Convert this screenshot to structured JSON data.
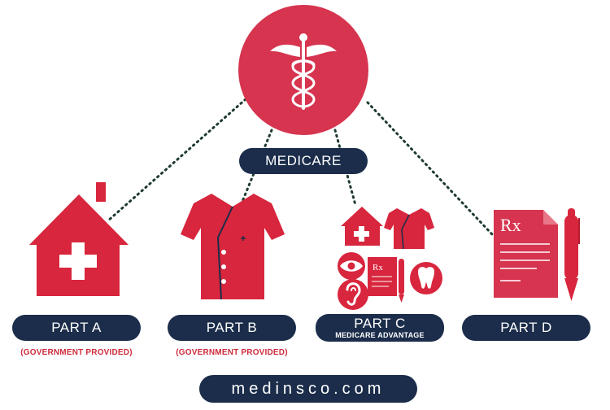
{
  "colors": {
    "accent_red": "#d7263d",
    "circle_red": "#d6344f",
    "navy": "#1b2d4a",
    "caption_red": "#cf2b3d"
  },
  "center": {
    "icon": "caduceus-icon",
    "label": "MEDICARE"
  },
  "parts": [
    {
      "label": "PART A",
      "caption": "(GOVERNMENT PROVIDED)",
      "icon": "hospital-house-icon"
    },
    {
      "label": "PART B",
      "caption": "(GOVERNMENT PROVIDED)",
      "icon": "medical-scrubs-icon"
    },
    {
      "label": "PART C",
      "sublabel": "MEDICARE ADVANTAGE",
      "icon": "combined-benefits-icon"
    },
    {
      "label": "PART D",
      "icon": "prescription-pen-icon"
    }
  ],
  "footer": {
    "text": "medinsco.com"
  }
}
